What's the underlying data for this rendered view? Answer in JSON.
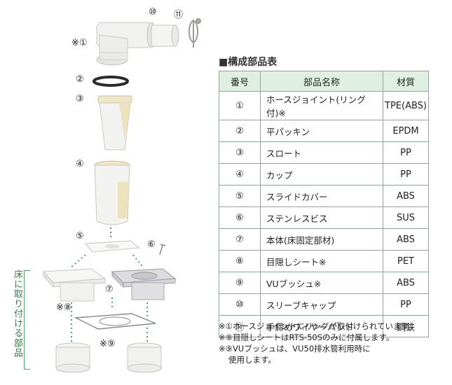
{
  "title": "■構成部品表",
  "table": {
    "headers": [
      "番号",
      "部品名称",
      "材質"
    ],
    "rows": [
      {
        "no": "①",
        "name": "ホースジョイント(リング付)※",
        "material": "TPE(ABS)"
      },
      {
        "no": "②",
        "name": "平パッキン",
        "material": "EPDM"
      },
      {
        "no": "③",
        "name": "スロート",
        "material": "PP"
      },
      {
        "no": "④",
        "name": "カップ",
        "material": "PP"
      },
      {
        "no": "⑤",
        "name": "スライドカバー",
        "material": "ABS"
      },
      {
        "no": "⑥",
        "name": "ステンレスビス",
        "material": "SUS"
      },
      {
        "no": "⑦",
        "name": "本体(床固定部材)",
        "material": "ABS"
      },
      {
        "no": "⑧",
        "name": "目隠しシート※",
        "material": "PET"
      },
      {
        "no": "⑨",
        "name": "VUブッシュ※",
        "material": "ABS"
      },
      {
        "no": "⑩",
        "name": "スリーブキャップ",
        "material": "PP"
      },
      {
        "no": "⑪",
        "name": "手締めワイヤーバンド",
        "material": "鋼鉄"
      }
    ]
  },
  "notes": [
    "※①ホースジョイントにリングが取付けられています。",
    "※⑧目隠しシートはRTS-50Sのみに付属します。",
    "※⑨VUブッシュは、VU50排水管利用時に",
    "使用します。"
  ],
  "diagram_labels": {
    "l1": "※①",
    "l2": "②",
    "l3": "③",
    "l4": "④",
    "l5": "⑤",
    "l6": "⑥",
    "l7": "⑦",
    "l8": "※⑧",
    "l9": "※⑨",
    "l10": "⑩",
    "l11": "⑪",
    "floor_parts": "床に取り付ける部品"
  },
  "colors": {
    "accent_green": "#5aa26b",
    "header_bg": "#dff0e2",
    "part_white": "#f3f3f1",
    "part_cream": "#efe6c6"
  }
}
